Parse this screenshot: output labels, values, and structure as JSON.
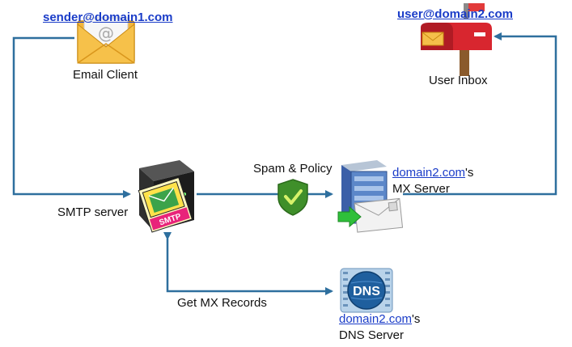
{
  "sender": {
    "address": "sender@domain1.com",
    "label": "Email Client"
  },
  "recipient": {
    "address": "user@domain2.com",
    "label": "User Inbox"
  },
  "smtp": {
    "label": "SMTP server",
    "envelope_text": "SMTP"
  },
  "policy": {
    "label": "Spam & Policy"
  },
  "mx": {
    "domain": "domain2.com",
    "suffix": "'s",
    "label": "MX Server"
  },
  "dns": {
    "domain": "domain2.com",
    "suffix": "'s",
    "label": "DNS Server",
    "icon_text": "DNS"
  },
  "lookup": {
    "label": "Get MX Records"
  },
  "colors": {
    "arrow": "#2e6f9e",
    "link": "#1a3cc8",
    "shield": "#3f8f2a",
    "dns_globe": "#1f5f9e"
  }
}
